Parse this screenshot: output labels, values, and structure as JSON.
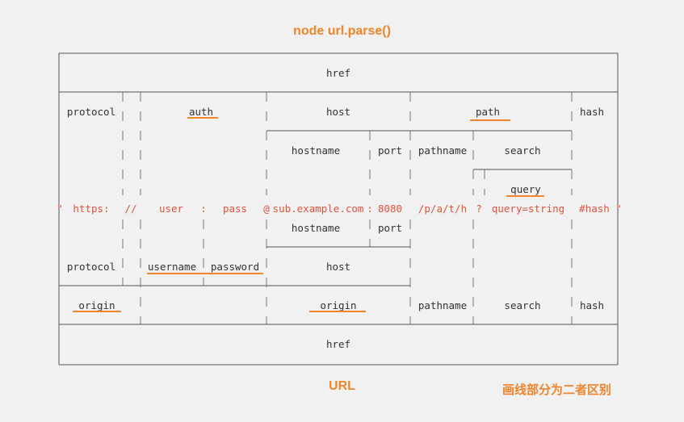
{
  "title_top": "node url.parse()",
  "title_bottom": "URL",
  "note": "画线部分为二者区别",
  "labels": {
    "href": "href",
    "protocol": "protocol",
    "auth": "auth",
    "host": "host",
    "path": "path",
    "hash": "hash",
    "hostname": "hostname",
    "port": "port",
    "pathname": "pathname",
    "search": "search",
    "query": "query",
    "username": "username",
    "password": "password",
    "origin": "origin"
  },
  "url_parts": {
    "open_quote": "\"",
    "protocol": "https:",
    "slashes": "//",
    "user": "user",
    "colon": ":",
    "pass": "pass",
    "at": "@",
    "hostname": "sub.example.com",
    "port_colon": ":",
    "port": "8080",
    "pathname": "/p/a/t/h",
    "question": "?",
    "query": "query=string",
    "hash": "#hash",
    "close_quote": "\""
  },
  "highlight_color": "#f0842a",
  "url_color": "#e0533a"
}
